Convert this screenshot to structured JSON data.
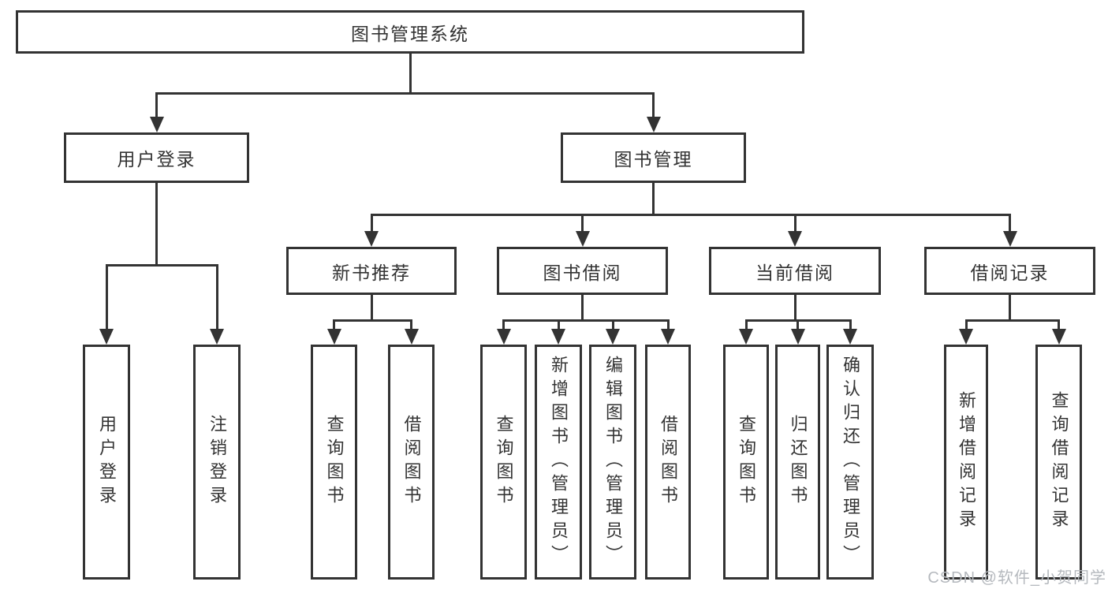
{
  "diagram_title": "图书管理系统",
  "tree": {
    "id": "library-management-system",
    "label": "图书管理系统",
    "children": [
      {
        "id": "user-login",
        "label": "用户登录",
        "children": [
          {
            "id": "user-login-action",
            "label": "用户登录"
          },
          {
            "id": "logout-action",
            "label": "注销登录"
          }
        ]
      },
      {
        "id": "book-management",
        "label": "图书管理",
        "children": [
          {
            "id": "new-book-recommend",
            "label": "新书推荐",
            "children": [
              {
                "id": "nbr-query-books",
                "label": "查询图书"
              },
              {
                "id": "nbr-borrow-books",
                "label": "借阅图书"
              }
            ]
          },
          {
            "id": "book-borrowing",
            "label": "图书借阅",
            "children": [
              {
                "id": "bb-query-books",
                "label": "查询图书"
              },
              {
                "id": "bb-add-books",
                "label": "新增图书（管理员）"
              },
              {
                "id": "bb-edit-books",
                "label": "编辑图书（管理员）"
              },
              {
                "id": "bb-borrow-books",
                "label": "借阅图书"
              }
            ]
          },
          {
            "id": "current-borrowing",
            "label": "当前借阅",
            "children": [
              {
                "id": "cb-query-books",
                "label": "查询图书"
              },
              {
                "id": "cb-return-books",
                "label": "归还图书"
              },
              {
                "id": "cb-confirm-return",
                "label": "确认归还（管理员）"
              }
            ]
          },
          {
            "id": "borrow-records",
            "label": "借阅记录",
            "children": [
              {
                "id": "br-add-record",
                "label": "新增借阅记录"
              },
              {
                "id": "br-query-record",
                "label": "查询借阅记录"
              }
            ]
          }
        ]
      }
    ]
  },
  "watermark": {
    "text": "CSDN @软件_小贺同学"
  },
  "colors": {
    "line": "#333333",
    "border": "#333333",
    "text": "#333333",
    "background": "#ffffff",
    "watermark": "#b5b9be"
  }
}
